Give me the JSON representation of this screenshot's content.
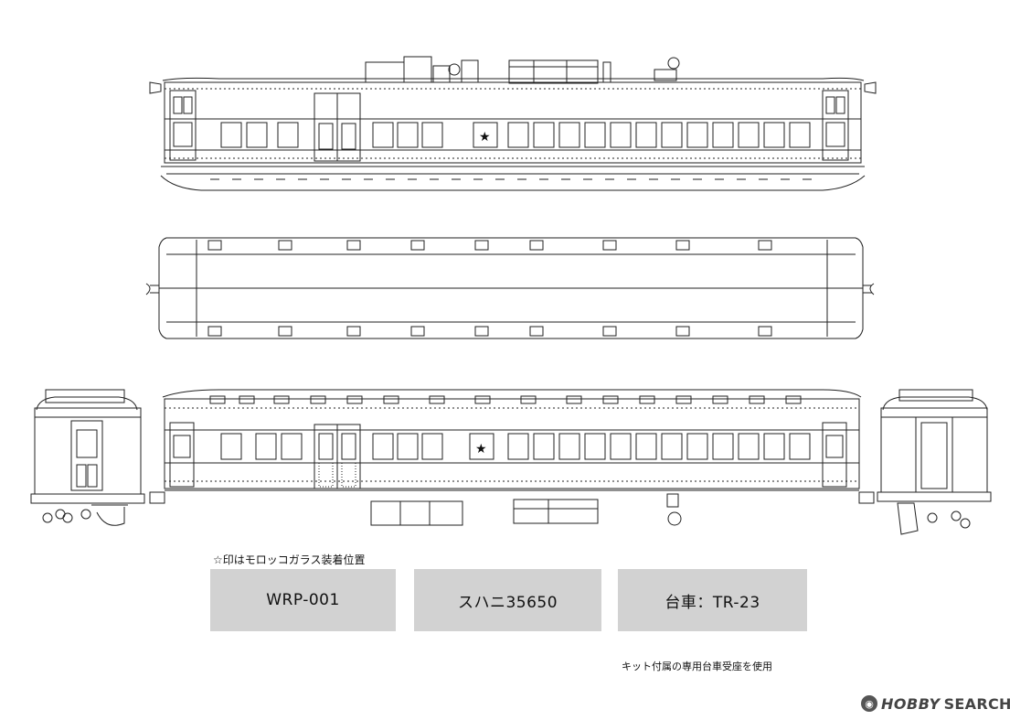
{
  "notes": {
    "star_note": "☆印はモロッコガラス装着位置",
    "bogie_note": "キット付属の専用台車受座を使用"
  },
  "labels": {
    "product_code": "WRP-001",
    "car_type": "スハニ35650",
    "bogie": "台車：TR-23"
  },
  "watermark": {
    "icon": "hobby-search-logo-icon",
    "text_hobby": "HOBBY",
    "text_search": "SEARCH"
  },
  "colors": {
    "line": "#222222",
    "label_box": "#d2d2d2",
    "background": "#ffffff"
  }
}
